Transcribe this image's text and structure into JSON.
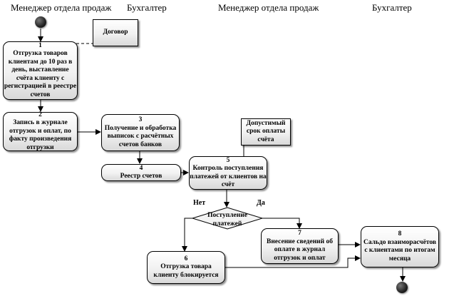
{
  "lanes": [
    "Менеджер отдела продаж",
    "Бухгалтер",
    "Менеджер отдела продаж",
    "Бухгалтер"
  ],
  "nodes": {
    "n1": {
      "num": "1",
      "text": "Отгрузка товаров клиентам до 10 раз в день, выставление счёта клиенту с регистрацией в реестре счетов"
    },
    "n2": {
      "num": "2",
      "text": "Запись в журнале отгрузок и оплат, по факту произведения отгрузки"
    },
    "n3": {
      "num": "3",
      "text": "Получение и обработка выписок с расчётных счетов банков"
    },
    "n4": {
      "num": "4",
      "text": "Реестр счетов"
    },
    "n5": {
      "num": "5",
      "text": "Контроль поступления платежей от клиентов на счёт"
    },
    "n6": {
      "num": "6",
      "text": "Отгрузка товара клиенту блокируется"
    },
    "n7": {
      "num": "7",
      "text": "Внесение сведений об оплате в журнал отгрузок и оплат"
    },
    "n8": {
      "num": "8",
      "text": "Сальдо взаиморасчётов с клиентами по итогам месяца"
    }
  },
  "docs": {
    "contract": "Договор",
    "deadline": "Допустимый срок оплаты счёта"
  },
  "decision": {
    "text": "Поступление платежей",
    "no": "Нет",
    "yes": "Да"
  }
}
